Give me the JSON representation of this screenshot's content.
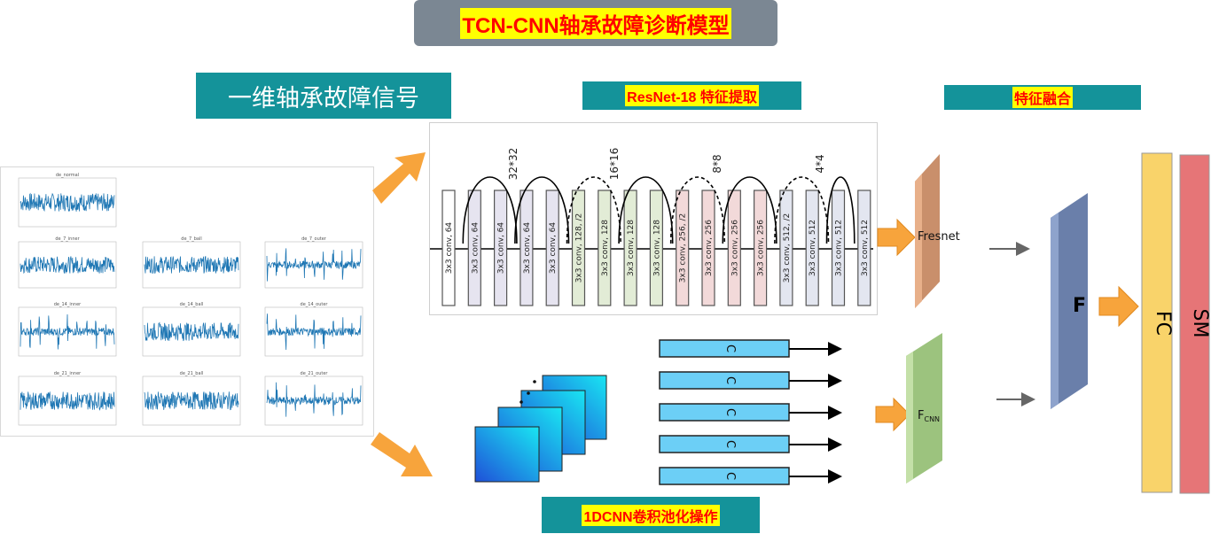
{
  "title": "TCN-CNN轴承故障诊断模型",
  "signal_box_label": "一维轴承故障信号",
  "resnet_label": "ResNet-18 特征提取",
  "fusion_label": "特征融合",
  "cnn_label": "1DCNN卷积池化操作",
  "resnet": {
    "layers": [
      "3x3 conv, 64",
      "3x3 conv, 64",
      "3x3 conv, 64",
      "3x3 conv, 64",
      "3x3 conv, 64",
      "3x3 conv, 128, /2",
      "3x3 conv, 128",
      "3x3 conv, 128",
      "3x3 conv, 128",
      "3x3 conv, 256, /2",
      "3x3 conv, 256",
      "3x3 conv, 256",
      "3x3 conv, 256",
      "3x3 conv, 512, /2",
      "3x3 conv, 512",
      "3x3 conv, 512",
      "3x3 conv, 512"
    ],
    "size_labels": [
      "32*32",
      "16*16",
      "8*8",
      "4*4"
    ]
  },
  "signal_plot_titles": [
    "de_normal",
    "de_7_inner",
    "de_7_ball",
    "de_7_outer",
    "de_14_inner",
    "de_14_ball",
    "de_14_outer",
    "de_21_inner",
    "de_21_ball",
    "de_21_outer"
  ],
  "conv_block_label": "C",
  "fresnet_label": "Fresnet",
  "fcnn_label": "F",
  "fcnn_sub": "CNN",
  "fused_label": "F",
  "fc_label": "FC",
  "sm_label": "SM",
  "colors": {
    "teal": "#14939a",
    "highlight_bg": "#ffff00",
    "highlight_text": "#ff0000",
    "signal_blue": "#1f77b4",
    "fresnet": "#c98f6b",
    "fcnn": "#9cc37e",
    "fused": "#6a7faa",
    "fc": "#f9d36a",
    "sm": "#e67577",
    "arrow_orange": "#f7a43c"
  }
}
